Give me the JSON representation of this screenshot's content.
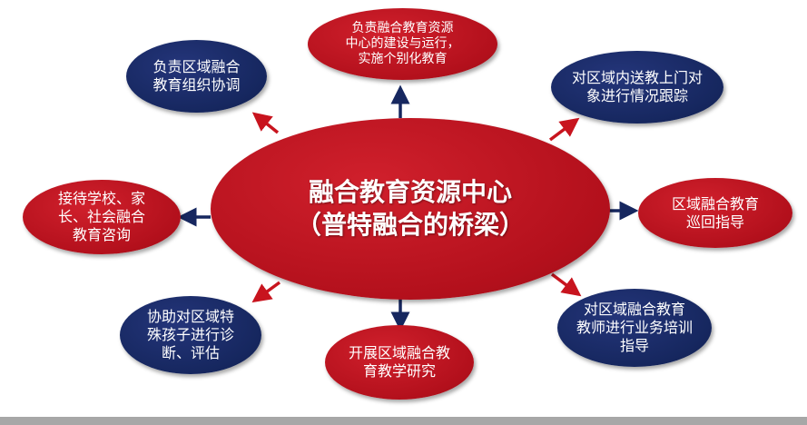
{
  "center": {
    "text": "融合教育资源中心\n（普特融合的桥梁）"
  },
  "nodes": {
    "top": "负责融合教育资源\n中心的建设与运行，\n实施个别化教育",
    "top_left": "负责区域融合\n教育组织协调",
    "top_right": "对区域内送教上门对\n象进行情况跟踪",
    "left": "接待学校、家\n长、社会融合\n教育咨询",
    "right": "区域融合教育\n巡回指导",
    "bottom_left": "协助对区域特\n殊孩子进行诊\n断、评估",
    "bottom": "开展区域融合教\n育教学研究",
    "bottom_right": "对区域融合教育\n教师进行业务培训\n指导"
  },
  "colors": {
    "red": "#b3101c",
    "navy": "#16275f",
    "arrow_red": "#c8141e",
    "arrow_navy": "#16275f"
  }
}
